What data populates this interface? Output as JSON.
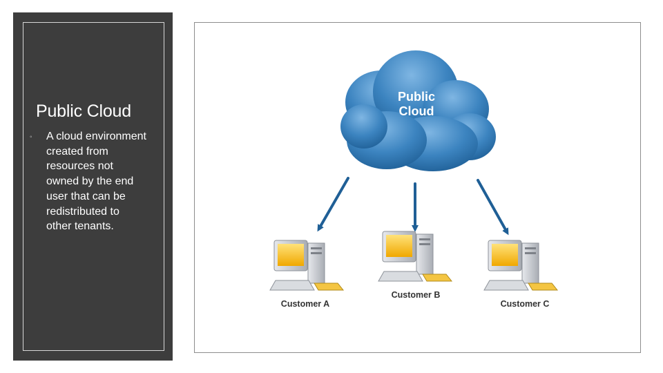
{
  "slide": {
    "title": "Public Cloud",
    "bullet": "A cloud environment created from resources not owned by the end user that can be redistributed to other tenants.",
    "bullet_marker": "◦"
  },
  "diagram": {
    "cloud_line1": "Public",
    "cloud_line2": "Cloud",
    "customers": [
      "Customer A",
      "Customer B",
      "Customer C"
    ],
    "colors": {
      "cloud": "#3c84c0",
      "arrow": "#1f5f96",
      "screen": "#f4b400",
      "computer": "#c9ccd1"
    }
  }
}
